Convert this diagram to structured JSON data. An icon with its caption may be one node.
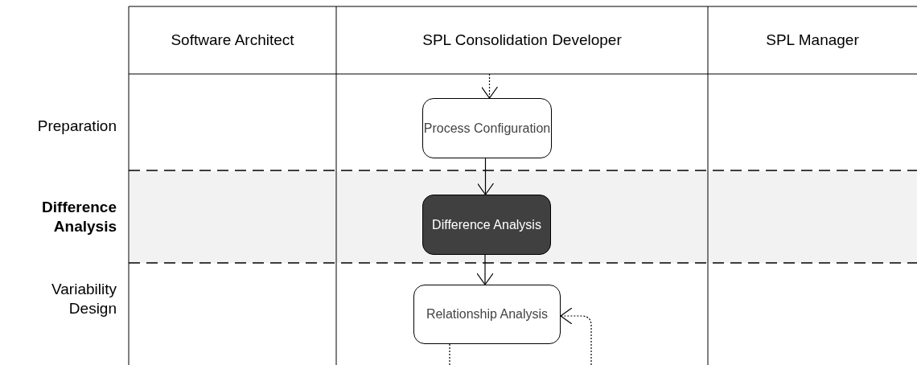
{
  "diagram": {
    "nodes": [
      {
        "text": [
          "Process Configuration"
        ]
      },
      {
        "text": [
          "Difference Analysis"
        ]
      },
      {
        "text": [
          "Relationship Analysis"
        ]
      }
    ],
    "edges": [
      {
        "from": null,
        "to": 0,
        "arrow": "to",
        "style": "dashed"
      },
      {
        "from": 0,
        "to": 1,
        "arrow": "to"
      },
      {
        "from": 1,
        "to": 2,
        "arrow": "to"
      },
      {
        "from": 2,
        "to": null,
        "arrow": "none",
        "style": "dashed"
      },
      {
        "from": null,
        "to": 2,
        "arrow": "to",
        "style": "dashed"
      }
    ],
    "labels": [
      "Software Architect",
      "SPL Consolidation Developer",
      "SPL Manager",
      "Preparation",
      "Difference Analysis",
      "Variability Design"
    ]
  }
}
